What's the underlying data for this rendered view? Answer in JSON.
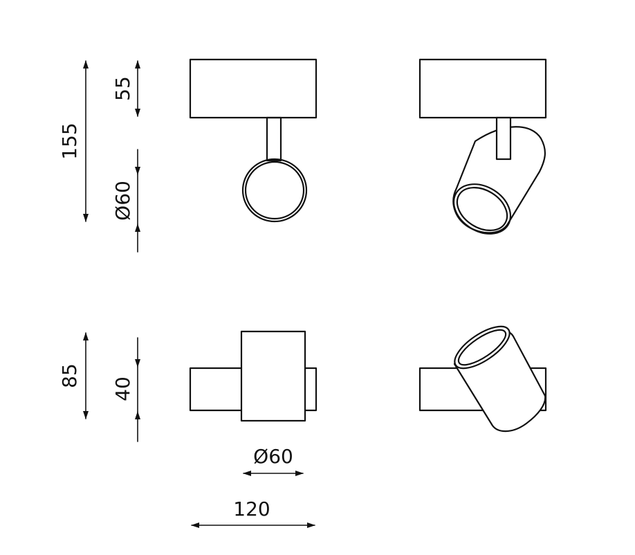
{
  "dimensions": {
    "total_height": "155",
    "base_height": "55",
    "head_diameter_front": "Ø60",
    "plan_depth": "85",
    "plan_head_depth": "40",
    "head_diameter_plan": "Ø60",
    "total_length": "120"
  },
  "colors": {
    "line": "#111111",
    "background": "#ffffff"
  }
}
